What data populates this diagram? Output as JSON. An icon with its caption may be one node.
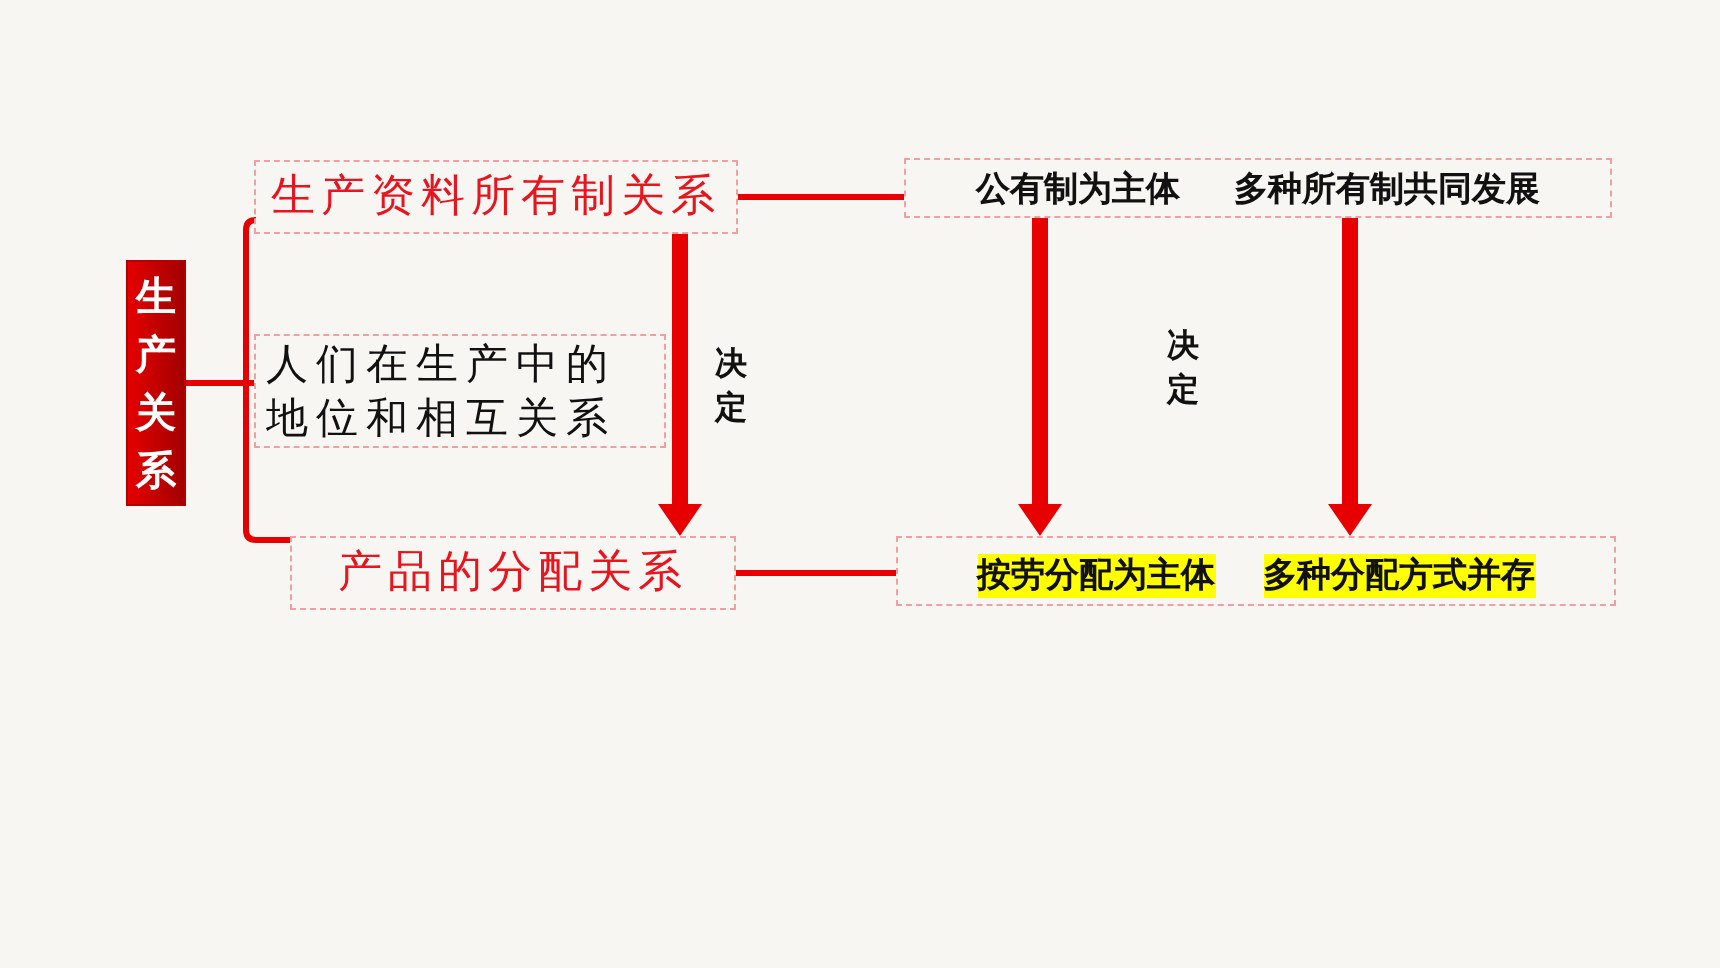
{
  "diagram": {
    "nodes": [
      {
        "text": [
          "生产关系"
        ]
      },
      {
        "text": [
          "生产资料所有制关系"
        ]
      },
      {
        "text": [
          "人们在生产中的地位和相互关系"
        ]
      },
      {
        "text": [
          "产品的分配关系"
        ]
      },
      {
        "text": [
          "公有制为主体",
          "多种所有制共同发展"
        ]
      },
      {
        "text": [
          "按劳分配为主体",
          "多种分配方式并存"
        ]
      }
    ],
    "edges": [
      {
        "from": 0,
        "to": 1,
        "arrow": "none"
      },
      {
        "from": 0,
        "to": 2,
        "arrow": "none"
      },
      {
        "from": 0,
        "to": 3,
        "arrow": "none"
      },
      {
        "from": 1,
        "to": 4,
        "arrow": "none"
      },
      {
        "from": 3,
        "to": 5,
        "arrow": "none"
      },
      {
        "from": 1,
        "to": 3,
        "arrow": "to",
        "label": "决定"
      },
      {
        "from": 4,
        "to": 5,
        "arrow": "to"
      },
      {
        "from": 4,
        "to": 5,
        "arrow": "to"
      }
    ],
    "labels": [
      "决定"
    ]
  }
}
